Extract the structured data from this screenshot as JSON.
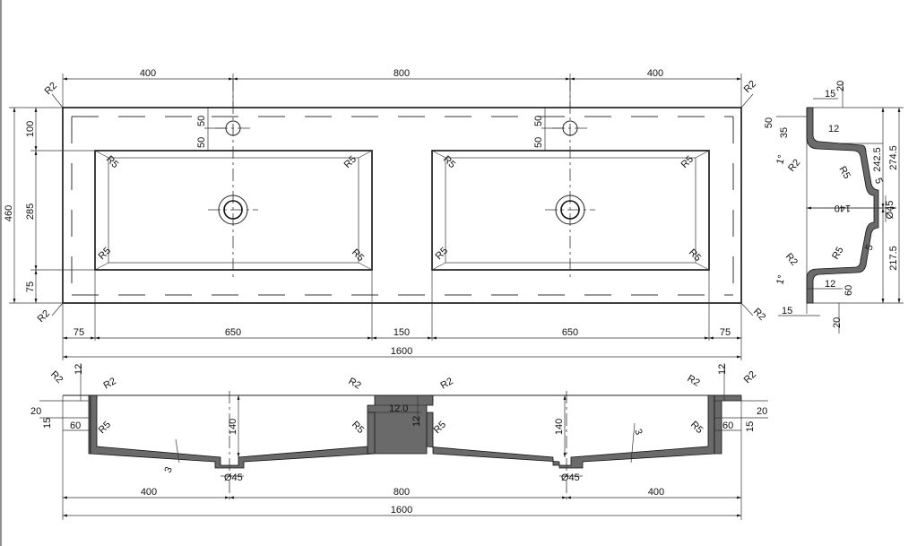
{
  "plan": {
    "top_dims": [
      "400",
      "800",
      "400"
    ],
    "bottom_dims": [
      "75",
      "650",
      "150",
      "650",
      "75"
    ],
    "overall": "1600",
    "left_height": "460",
    "left_sub": [
      "100",
      "285",
      "75"
    ],
    "corner_radius": "R2",
    "bowl_radius": "R5",
    "tap_dims": [
      "50",
      "50"
    ]
  },
  "side": {
    "top_labels": [
      "15",
      "20"
    ],
    "left_labels": [
      "50",
      "35",
      "12"
    ],
    "right_labels": [
      "242.5",
      "274.5",
      "217.5"
    ],
    "depth": "140",
    "drain": "Ø45",
    "bottom_labels": [
      "12",
      "60",
      "15",
      "20"
    ],
    "slope": "1°",
    "radius_small": "R2",
    "radius_bowl": "R5",
    "thickness": "5"
  },
  "section": {
    "bottom_dims": [
      "400",
      "800",
      "400"
    ],
    "overall": "1600",
    "depth": "140",
    "drain": "Ø45",
    "rim_labels": [
      "12",
      "20",
      "15",
      "60",
      "12.0"
    ],
    "thickness": "3",
    "radius_small": "R2",
    "radius_bowl": "R5"
  }
}
